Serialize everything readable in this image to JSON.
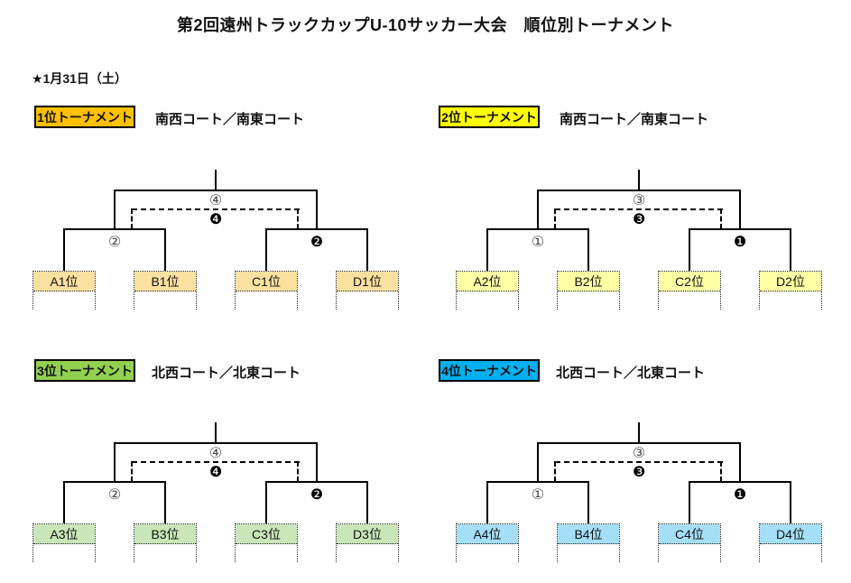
{
  "page": {
    "title": "第2回遠州トラックカップU-10サッカー大会　順位別トーナメント",
    "date_note": "★1月31日（土）"
  },
  "colors": {
    "line": "#000000",
    "tag_border": "#000000"
  },
  "tournaments": [
    {
      "label": "1位トーナメント",
      "label_bg": "#FFC000",
      "team_bg": "#FBE1A0",
      "courts": "南西コート／南東コート",
      "matches": {
        "final": "④",
        "third_place": "❹",
        "semi_left": "②",
        "semi_right": "❷"
      },
      "teams": [
        "A1位",
        "B1位",
        "C1位",
        "D1位"
      ]
    },
    {
      "label": "2位トーナメント",
      "label_bg": "#FFFF00",
      "team_bg": "#FFFFA6",
      "courts": "南西コート／南東コート",
      "matches": {
        "final": "③",
        "third_place": "❸",
        "semi_left": "①",
        "semi_right": "❶"
      },
      "teams": [
        "A2位",
        "B2位",
        "C2位",
        "D2位"
      ]
    },
    {
      "label": "3位トーナメント",
      "label_bg": "#92D050",
      "team_bg": "#C9E6B9",
      "courts": "北西コート／北東コート",
      "matches": {
        "final": "④",
        "third_place": "❹",
        "semi_left": "②",
        "semi_right": "❷"
      },
      "teams": [
        "A3位",
        "B3位",
        "C3位",
        "D3位"
      ]
    },
    {
      "label": "4位トーナメント",
      "label_bg": "#00B0F0",
      "team_bg": "#A5DFF7",
      "courts": "北西コート／北東コート",
      "matches": {
        "final": "③",
        "third_place": "❸",
        "semi_left": "①",
        "semi_right": "❶"
      },
      "teams": [
        "A4位",
        "B4位",
        "C4位",
        "D4位"
      ]
    }
  ]
}
